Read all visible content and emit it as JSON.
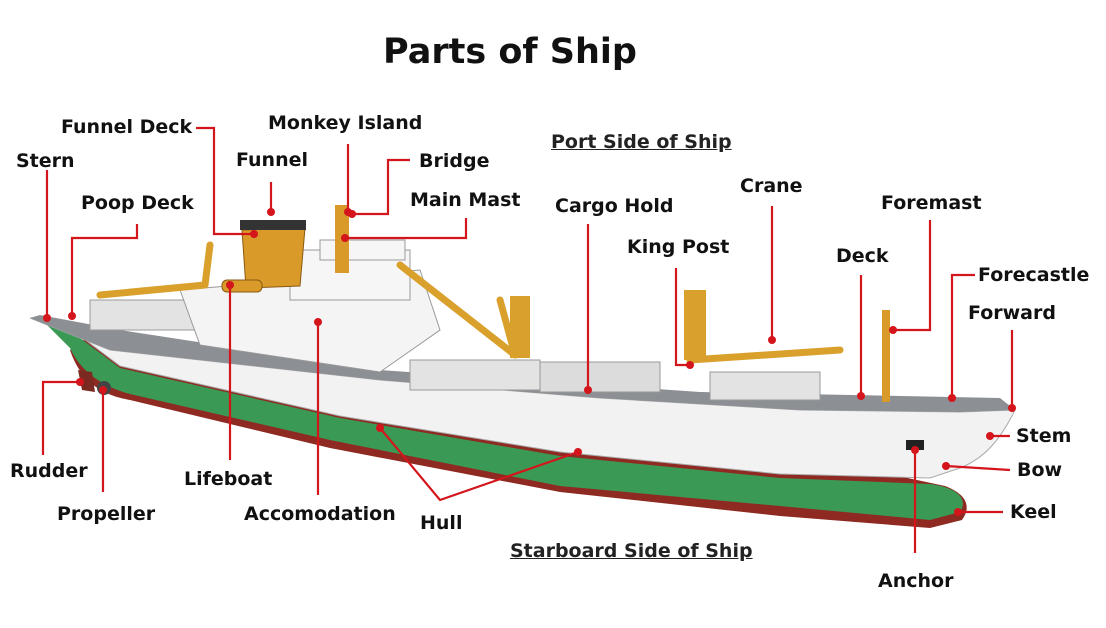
{
  "title": "Parts of Ship",
  "sides": {
    "port": "Port Side of Ship",
    "starboard": "Starboard Side of Ship"
  },
  "labels": {
    "funnel_deck": "Funnel Deck",
    "monkey_island": "Monkey Island",
    "stern": "Stern",
    "funnel": "Funnel",
    "bridge": "Bridge",
    "poop_deck": "Poop Deck",
    "main_mast": "Main Mast",
    "cargo_hold": "Cargo Hold",
    "crane": "Crane",
    "foremast": "Foremast",
    "king_post": "King Post",
    "deck": "Deck",
    "forecastle": "Forecastle",
    "forward": "Forward",
    "stem": "Stem",
    "bow": "Bow",
    "keel": "Keel",
    "anchor": "Anchor",
    "rudder": "Rudder",
    "propeller": "Propeller",
    "lifeboat": "Lifeboat",
    "accomodation": "Accomodation",
    "hull": "Hull"
  },
  "colors": {
    "leader": "#d4151b",
    "hull_green": "#3a9a55",
    "hull_red": "#8e2a22",
    "hull_white": "#f2f2f2",
    "crane_yellow": "#d9a02c",
    "superstructure": "#f4f4f4"
  }
}
